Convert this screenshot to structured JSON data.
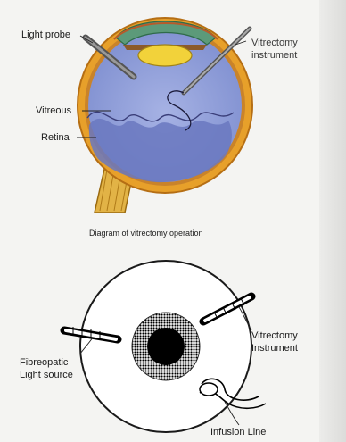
{
  "top_diagram": {
    "labels": {
      "light_probe": "Light probe",
      "vitrectomy_instrument_line1": "Vitrectomy",
      "vitrectomy_instrument_line2": "instrument",
      "vitreous": "Vitreous",
      "retina": "Retina"
    },
    "caption": "Diagram of vitrectomy operation"
  },
  "bottom_diagram": {
    "labels": {
      "fibreopatic_line1": "Fibreopatic",
      "fibreopatic_line2": "Light source",
      "vitrectomy_line1": "Vitrectomy",
      "vitrectomy_line2": "Instrument",
      "infusion_line": "Infusion Line"
    }
  },
  "colors": {
    "sclera": "#e7a02a",
    "sclera_dark": "#b56e14",
    "vitreous": "#8c9bd6",
    "retina": "#6a78bf",
    "lens": "#f2d23a",
    "cornea": "#5c9a7a",
    "optic_nerve": "#e2b346"
  }
}
